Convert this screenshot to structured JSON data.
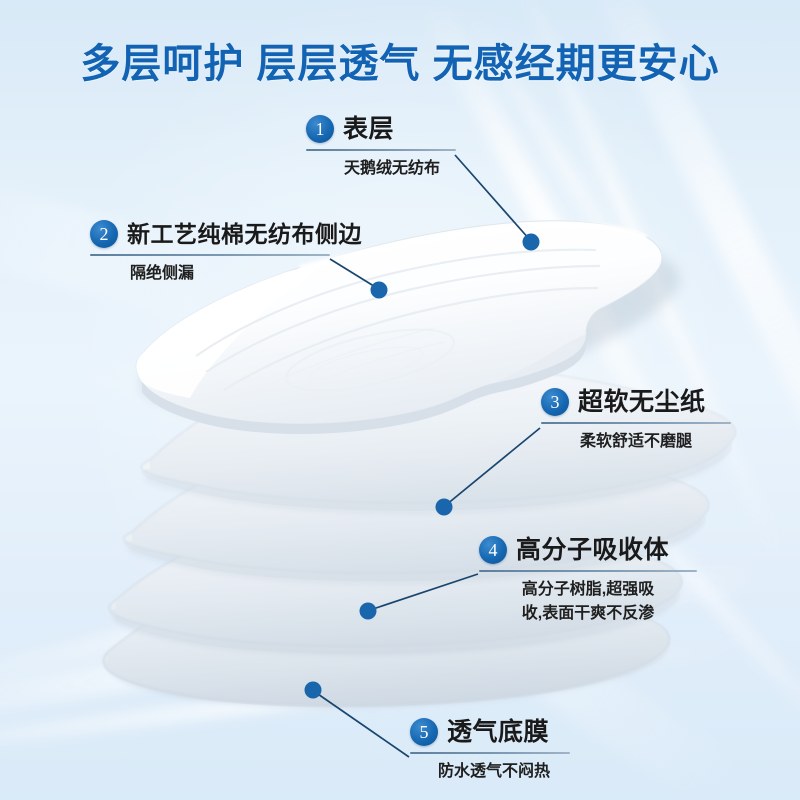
{
  "headline": "多层呵护 层层透气 无感经期更安心",
  "theme": {
    "headline_color": "#1263b4",
    "badge_color": "#1668b2",
    "dot_color": "#1a66ad",
    "leader_color": "#19456f",
    "rule_color": "#5d7f9e",
    "background_top": "#d8e9f7",
    "background_bottom": "#d9eaf8"
  },
  "callouts": [
    {
      "number": "1",
      "title": "表层",
      "subtitle": "天鹅绒无纺布",
      "subtitle_line2": ""
    },
    {
      "number": "2",
      "title": "新工艺纯棉无纺布侧边",
      "subtitle": "隔绝侧漏",
      "subtitle_line2": ""
    },
    {
      "number": "3",
      "title": "超软无尘纸",
      "subtitle": "柔软舒适不磨腿",
      "subtitle_line2": ""
    },
    {
      "number": "4",
      "title": "高分子吸收体",
      "subtitle": "高分子树脂,超强吸",
      "subtitle_line2": "收,表面干爽不反渗"
    },
    {
      "number": "5",
      "title": "透气底膜",
      "subtitle": "防水透气不闷热",
      "subtitle_line2": ""
    }
  ],
  "product": {
    "description": "卫生巾分层爆炸图",
    "layer_count": 5
  }
}
